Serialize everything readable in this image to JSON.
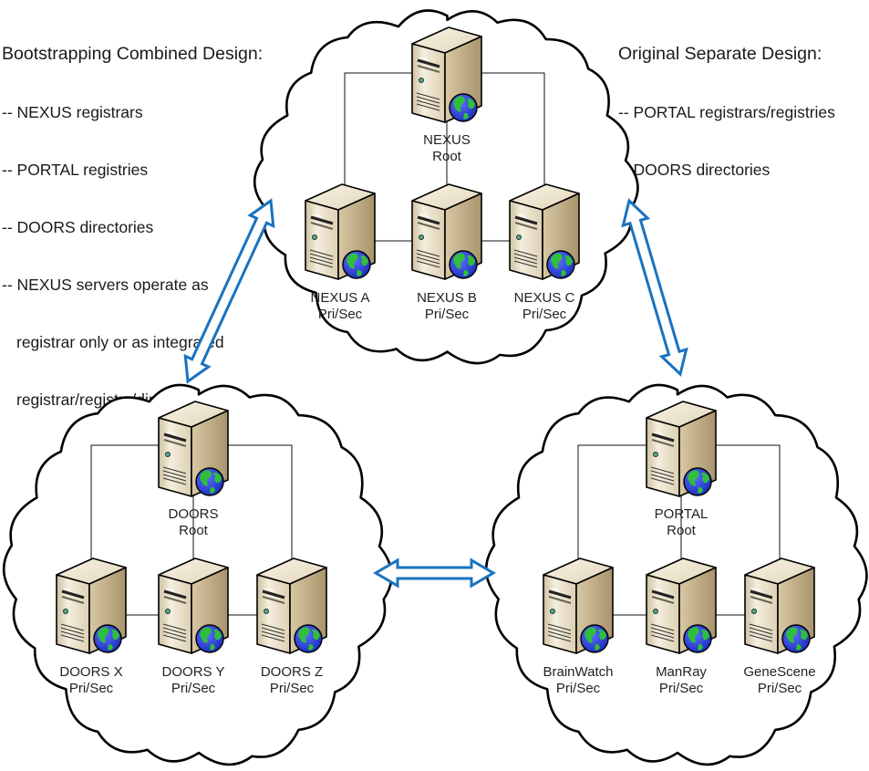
{
  "notes": {
    "left": {
      "title": "Bootstrapping Combined Design:",
      "items": [
        "-- NEXUS registrars",
        "-- PORTAL registries",
        "-- DOORS directories",
        "-- NEXUS servers operate as",
        "registrar only or as integrated",
        "registrar/registry/directory"
      ]
    },
    "right": {
      "title": "Original Separate Design:",
      "items": [
        "-- PORTAL registrars/registries",
        "-- DOORS directories"
      ]
    }
  },
  "clusters": [
    {
      "id": "nexus",
      "root": {
        "name": "NEXUS",
        "role": "Root"
      },
      "children": [
        {
          "name": "NEXUS A",
          "role": "Pri/Sec"
        },
        {
          "name": "NEXUS B",
          "role": "Pri/Sec"
        },
        {
          "name": "NEXUS C",
          "role": "Pri/Sec"
        }
      ]
    },
    {
      "id": "doors",
      "root": {
        "name": "DOORS",
        "role": "Root"
      },
      "children": [
        {
          "name": "DOORS X",
          "role": "Pri/Sec"
        },
        {
          "name": "DOORS Y",
          "role": "Pri/Sec"
        },
        {
          "name": "DOORS Z",
          "role": "Pri/Sec"
        }
      ]
    },
    {
      "id": "portal",
      "root": {
        "name": "PORTAL",
        "role": "Root"
      },
      "children": [
        {
          "name": "BrainWatch",
          "role": "Pri/Sec"
        },
        {
          "name": "ManRay",
          "role": "Pri/Sec"
        },
        {
          "name": "GeneScene",
          "role": "Pri/Sec"
        }
      ]
    }
  ],
  "links": [
    {
      "from": "nexus",
      "to": "doors",
      "type": "bidirectional"
    },
    {
      "from": "nexus",
      "to": "portal",
      "type": "bidirectional"
    },
    {
      "from": "doors",
      "to": "portal",
      "type": "bidirectional"
    }
  ],
  "colors": {
    "arrow": "#1a72c0",
    "cloud_outline": "#000000",
    "server_body": "#e8dcc0",
    "globe_ocean": "#2a3fd6",
    "globe_land": "#2fbf3a"
  }
}
